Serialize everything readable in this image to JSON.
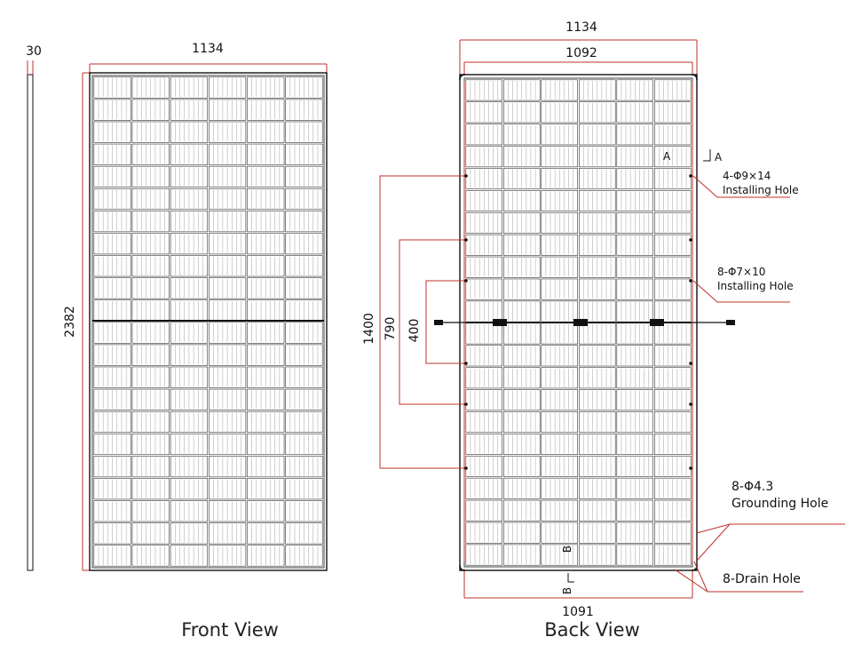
{
  "front_view": {
    "title": "Front View",
    "width_label": "1134",
    "height_label": "2382",
    "thickness_label": "30"
  },
  "back_view": {
    "title": "Back View",
    "outer_width_label": "1134",
    "inner_width_label": "1092",
    "bottom_width_label": "1091",
    "spacing_1400": "1400",
    "spacing_790": "790",
    "spacing_400": "400",
    "section_a": "A",
    "section_b": "B",
    "callouts": {
      "installing_1_spec": "4-Φ9×14",
      "installing_1_name": "Installing Hole",
      "installing_2_spec": "8-Φ7×10",
      "installing_2_name": "Installing Hole",
      "grounding_spec": "8-Φ4.3",
      "grounding_name": "Grounding Hole",
      "drain": "8-Drain Hole"
    }
  },
  "colors": {
    "dimension_line": "#c0302a",
    "frame": "#111111",
    "cell": "#333333"
  }
}
